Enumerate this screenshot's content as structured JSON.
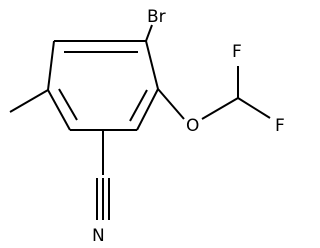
{
  "molecule": {
    "atoms": {
      "bromine": "Br",
      "oxygen": "O",
      "fluorine_top": "F",
      "fluorine_bottom": "F",
      "nitrogen": "N"
    },
    "colors": {
      "ink": "#000000",
      "background": "#ffffff"
    }
  }
}
